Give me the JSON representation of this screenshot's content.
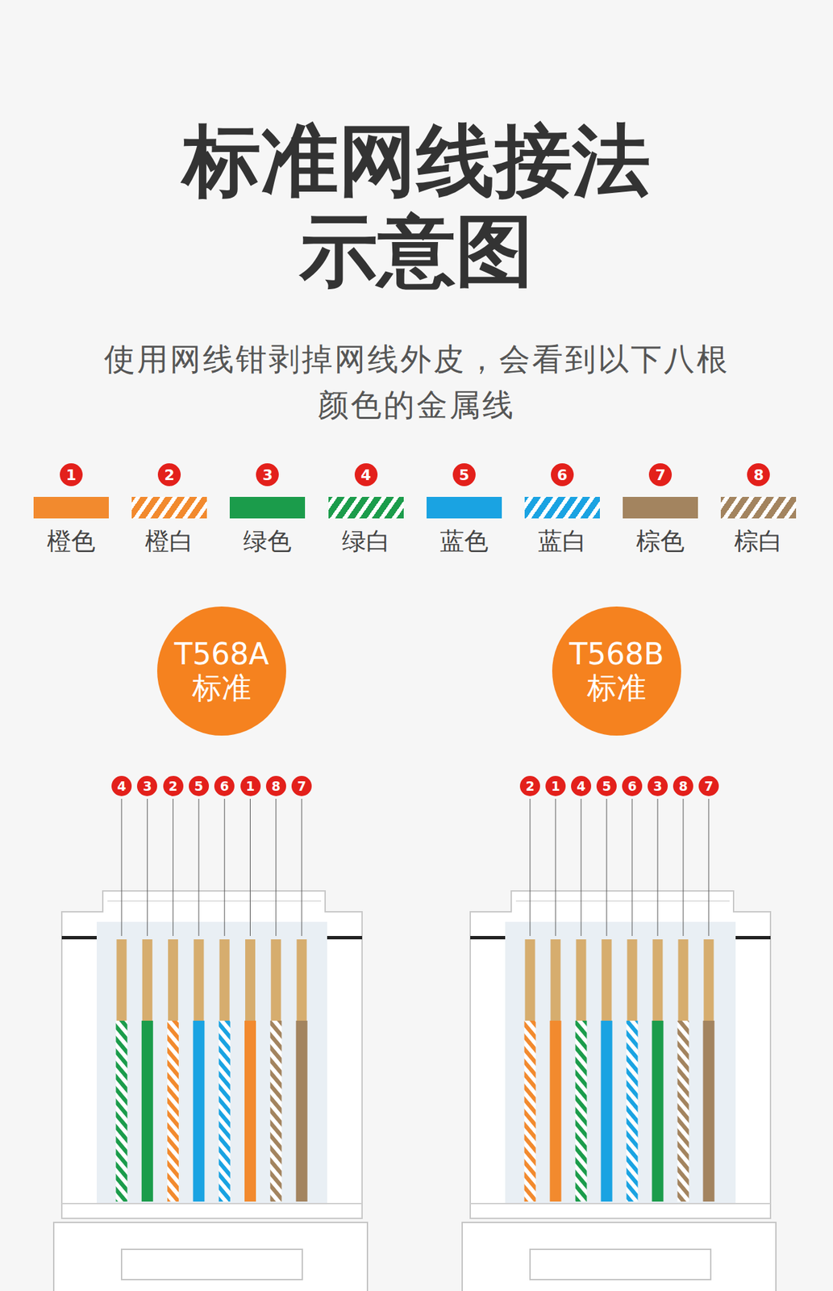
{
  "diagram": {
    "title": "标准网线接法 示意图",
    "caption": "使用网线钳剥掉网线外皮，会看到以下八根 颜色的金属线",
    "nodes": [
      {
        "text": [
          "T568A 标准"
        ]
      },
      {
        "text": [
          "T568B 标准"
        ]
      }
    ],
    "labels": [
      "1",
      "2",
      "3",
      "4",
      "5",
      "6",
      "7",
      "8",
      "4",
      "3",
      "2",
      "5",
      "6",
      "1",
      "8",
      "7",
      "2",
      "1",
      "4",
      "5",
      "6",
      "3",
      "8",
      "7"
    ],
    "legend": [
      {
        "text": "橙色",
        "color": "#f28a2e"
      },
      {
        "text": "橙白",
        "color": "#f28a2e"
      },
      {
        "text": "绿色",
        "color": "#1b9c4b"
      },
      {
        "text": "绿白",
        "color": "#1b9c4b"
      },
      {
        "text": "蓝色",
        "color": "#1aa3e2"
      },
      {
        "text": "蓝白",
        "color": "#1aa3e2"
      },
      {
        "text": "棕色",
        "color": "#a3845f"
      },
      {
        "text": "棕白",
        "color": "#a3845f"
      }
    ]
  }
}
